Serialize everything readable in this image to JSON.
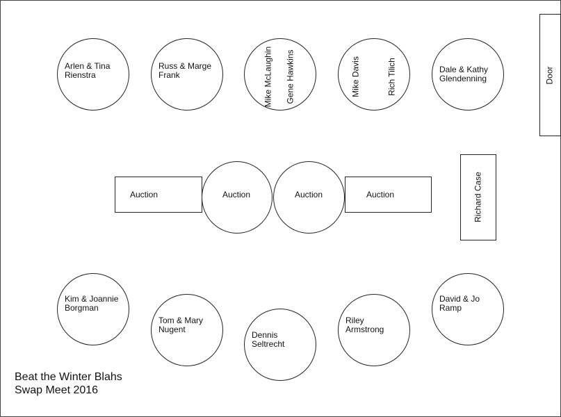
{
  "title": {
    "line1": "Beat the Winter Blahs",
    "line2": "Swap Meet 2016"
  },
  "door": "Door",
  "top_tables": [
    {
      "line1": "Arlen & Tina",
      "line2": "Rienstra"
    },
    {
      "line1": "Russ & Marge",
      "line2": "Frank"
    },
    {
      "line1": "Mike McLaughin",
      "line2": "Gene Hawkins"
    },
    {
      "line1": "Mike Davis",
      "line2": "Rich Tilich"
    },
    {
      "line1": "Dale & Kathy",
      "line2": "Glendenning"
    }
  ],
  "auction": [
    "Auction",
    "Auction",
    "Auction",
    "Auction"
  ],
  "side_table": "Richard Case",
  "bottom_tables": [
    {
      "line1": "Kim & Joannie",
      "line2": "Borgman"
    },
    {
      "line1": "Tom & Mary",
      "line2": "Nugent"
    },
    {
      "line1": "Dennis",
      "line2": "Seltrecht"
    },
    {
      "line1": "Riley",
      "line2": "Armstrong"
    },
    {
      "line1": "David & Jo",
      "line2": "Ramp"
    }
  ]
}
